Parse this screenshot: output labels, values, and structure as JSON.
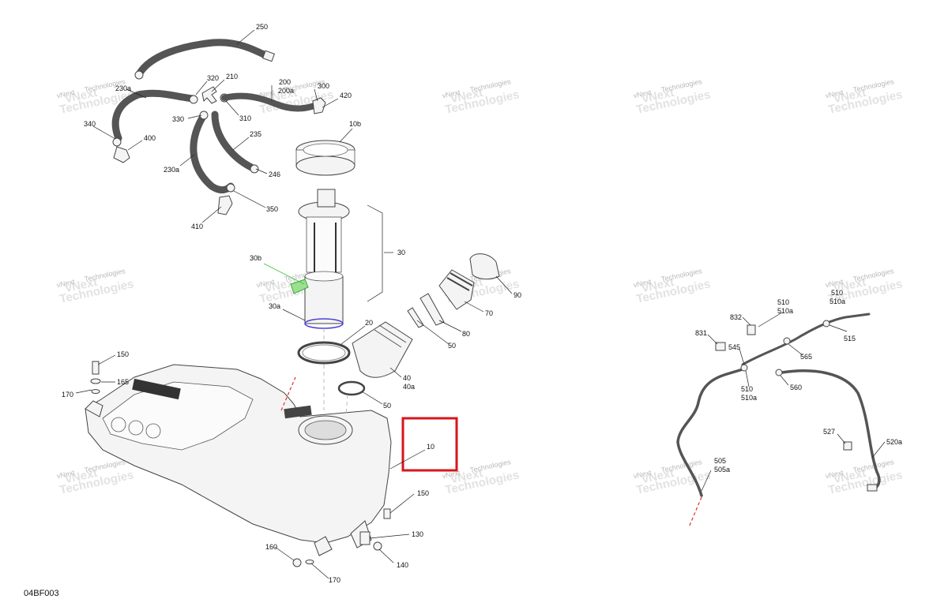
{
  "diagram_code": "04BF003",
  "watermark": {
    "line1": "vNext",
    "line2": "Technologies"
  },
  "highlight_color": "#d6161b",
  "labels": {
    "l250": "250",
    "l230a": "230a",
    "l320": "320",
    "l210": "210",
    "l200": "200",
    "l200a": "200a",
    "l300": "300",
    "l420": "420",
    "l340": "340",
    "l330": "330",
    "l310": "310",
    "l400": "400",
    "l10b": "10b",
    "l235": "235",
    "l230a2": "230a",
    "l246": "246",
    "l350": "350",
    "l410": "410",
    "l30": "30",
    "l30b": "30b",
    "l30a": "30a",
    "l90": "90",
    "l70": "70",
    "l80": "80",
    "l50a": "50",
    "l20": "20",
    "l40": "40",
    "l40a": "40a",
    "l50b": "50",
    "l150a": "150",
    "l170a": "170",
    "l165": "165",
    "l10": "10",
    "l150b": "150",
    "l130": "130",
    "l160": "160",
    "l140": "140",
    "l170b": "170",
    "l510": "510",
    "l510a": "510a",
    "l510b": "510",
    "l510c": "510a",
    "l832": "832",
    "l831": "831",
    "l545": "545",
    "l515": "515",
    "l565": "565",
    "l560": "560",
    "l510d": "510",
    "l510e": "510a",
    "l527": "527",
    "l520a": "520a",
    "l505": "505",
    "l505a": "505a"
  }
}
